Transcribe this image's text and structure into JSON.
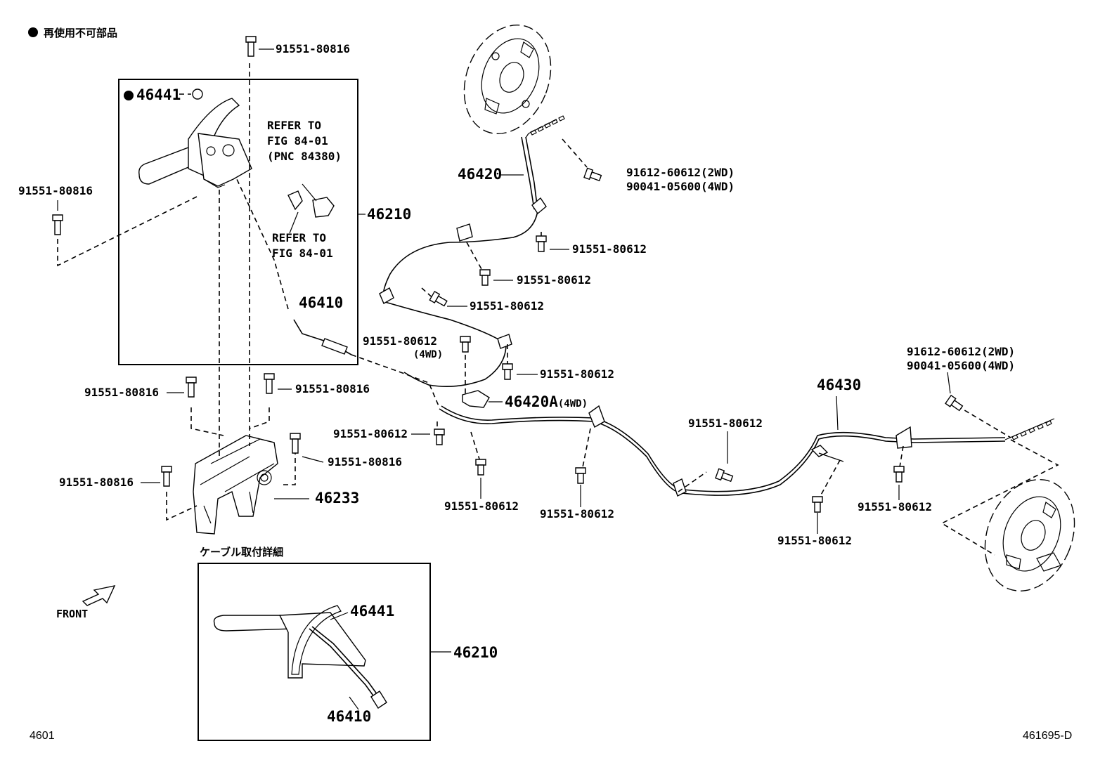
{
  "legend": {
    "text": "再使用不可部品"
  },
  "detail": {
    "title": "ケーブル取付詳細"
  },
  "front_label": "FRONT",
  "page_ref": "4601",
  "drawing_id": "461695-D",
  "refs": {
    "ref1": "REFER TO\nFIG 84-01\n(PNC 84380)",
    "ref2": "REFER TO\nFIG 84-01"
  },
  "parts": {
    "p46441": "46441",
    "p46420": "46420",
    "p46210": "46210",
    "p46410": "46410",
    "p46420A": "46420A",
    "p46420A_note": "(4WD)",
    "p46233": "46233",
    "p46430": "46430",
    "d46441": "46441",
    "d46210": "46210",
    "d46410": "46410"
  },
  "bolts": {
    "b_top": "91551-80816",
    "b_left": "91551-80816",
    "b_bracket_l": "91551-80816",
    "b_bracket_r": "91551-80816",
    "b_bracket_m": "91551-80816",
    "b_bracket_ll": "91551-80816",
    "nut_rear_2wd": "91612-60612(2WD)",
    "nut_rear_4wd": "90041-05600(4WD)",
    "nut_rr_2wd": "91612-60612(2WD)",
    "nut_rr_4wd": "90041-05600(4WD)",
    "b_612_a": "91551-80612",
    "b_612_b": "91551-80612",
    "b_612_c": "91551-80612",
    "b_612_d": "91551-80612",
    "b_612_d_note": "(4WD)",
    "b_612_e": "91551-80612",
    "b_612_f": "91551-80612",
    "b_612_g": "91551-80612",
    "b_612_h": "91551-80612",
    "b_612_i": "91551-80612",
    "b_612_j": "91551-80612",
    "b_612_k": "91551-80612",
    "b_612_l": "91551-80612"
  }
}
